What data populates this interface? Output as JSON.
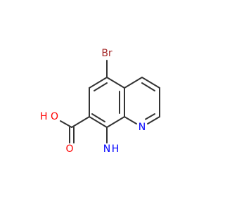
{
  "molecule": {
    "atoms": {
      "bromine": "Br",
      "ring_nitrogen": "N",
      "hydroxyl": "H O",
      "carbonyl_oxygen": "O",
      "amino_h": "H",
      "amino_n": "N"
    },
    "colors": {
      "bond": "#333333",
      "bromine": "#a52a2a",
      "nitrogen": "#0000ff",
      "oxygen": "#ff0000"
    }
  }
}
